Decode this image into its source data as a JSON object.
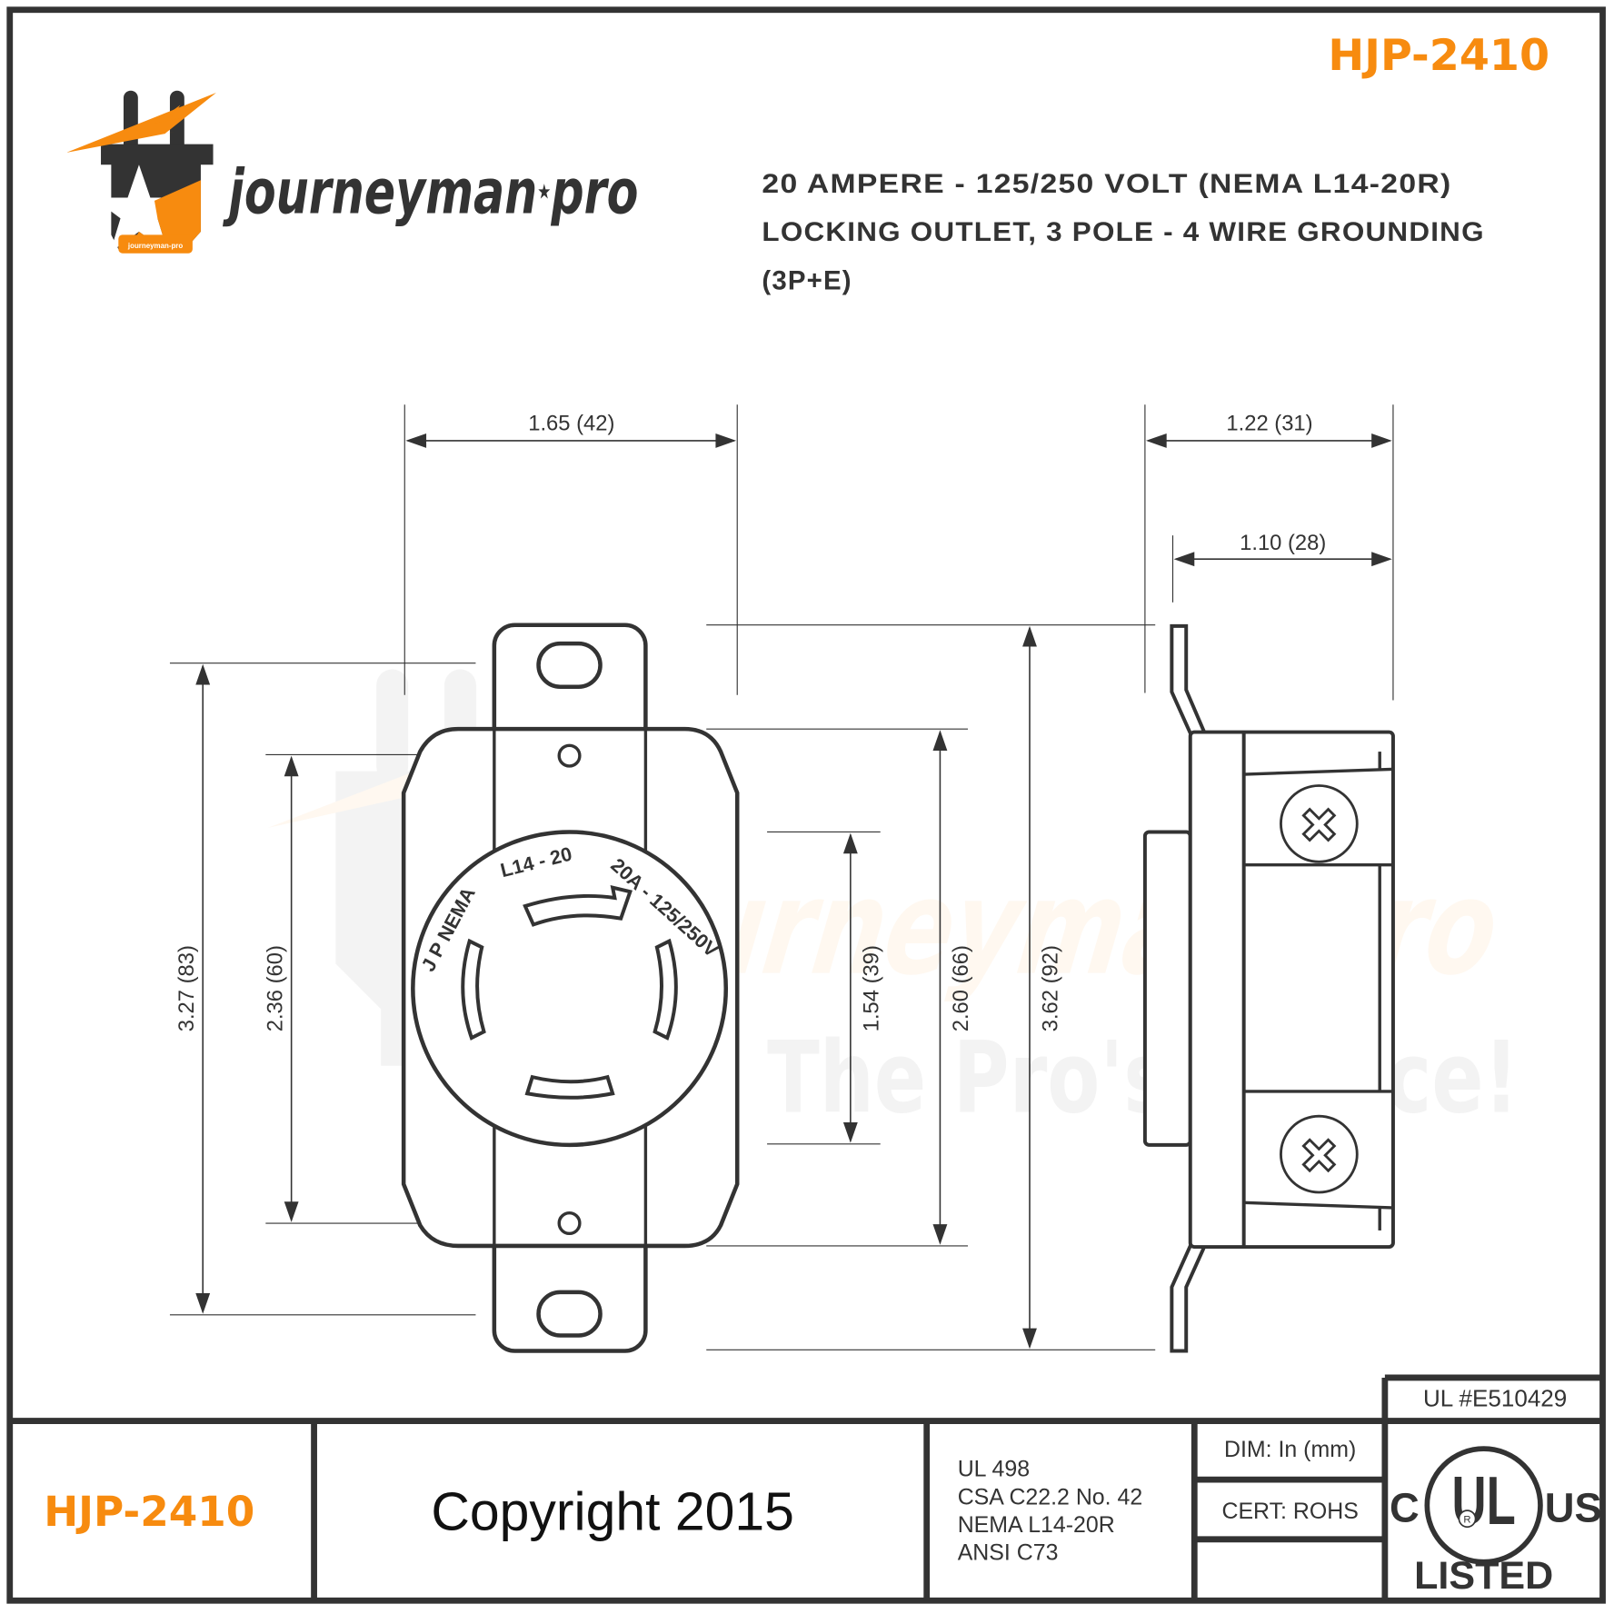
{
  "header": {
    "model_number": "HJP-2410",
    "brand": {
      "name": "journeyman",
      "separator": "★",
      "suffix": "pro",
      "badge_text": "journeyman-pro"
    },
    "spec_lines": [
      "20 AMPERE - 125/250 VOLT (NEMA L14-20R)",
      "LOCKING OUTLET, 3 POLE - 4 WIRE GROUNDING",
      "(3P+E)"
    ]
  },
  "colors": {
    "accent": "#f78b0f",
    "line": "#333333",
    "background": "#ffffff"
  },
  "watermark": {
    "brand": "journeyman-pro",
    "tagline": "The Pro's Choice!"
  },
  "front_view": {
    "face_text": {
      "left": "J P NEMA",
      "top": "L14 - 20",
      "right": "20A - 125/250V"
    },
    "dimensions": {
      "width_top": "1.65 (42)",
      "height_outer_left": "3.27 (83)",
      "height_inner_left": "2.36 (60)",
      "face_diameter": "1.54 (39)",
      "body_height": "2.60 (66)",
      "overall_height": "3.62 (92)"
    }
  },
  "side_view": {
    "dimensions": {
      "overall_depth": "1.22 (31)",
      "body_depth": "1.10 (28)"
    }
  },
  "footer": {
    "model_number": "HJP-2410",
    "copyright": "Copyright 2015",
    "standards": [
      "UL 498",
      "CSA C22.2 No. 42",
      "NEMA L14-20R",
      "ANSI C73"
    ],
    "dim_label": "DIM: In (mm)",
    "cert_label": "CERT: ROHS",
    "ul_number": "UL #E510429",
    "ul_mark": {
      "left": "C",
      "center": "UL",
      "registered": "R",
      "right": "US",
      "bottom": "LISTED"
    }
  }
}
